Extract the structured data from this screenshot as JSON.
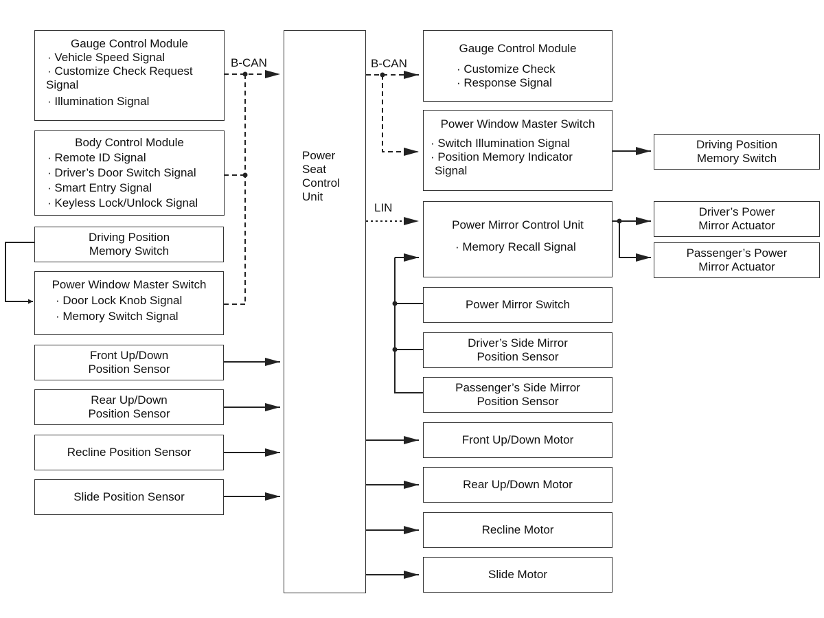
{
  "bus_labels": {
    "bcan_left": "B-CAN",
    "bcan_right": "B-CAN",
    "lin": "LIN"
  },
  "pscu": {
    "lines": [
      "Power",
      "Seat",
      "Control",
      "Unit"
    ]
  },
  "left": {
    "gauge": {
      "title": "Gauge Control Module",
      "lines": [
        "· Vehicle Speed Signal",
        "· Customize Check Request",
        "Signal",
        "· Illumination Signal"
      ]
    },
    "bcm": {
      "title": "Body Control Module",
      "lines": [
        "· Remote ID Signal",
        "· Driver’s Door Switch Signal",
        "· Smart Entry Signal",
        "· Keyless Lock/Unlock Signal"
      ]
    },
    "dpms": {
      "lines": [
        "Driving Position",
        "Memory Switch"
      ]
    },
    "pwms": {
      "title": "Power Window Master Switch",
      "lines": [
        "· Door Lock Knob Signal",
        "· Memory Switch Signal"
      ]
    },
    "front_sensor": {
      "lines": [
        "Front Up/Down",
        "Position Sensor"
      ]
    },
    "rear_sensor": {
      "lines": [
        "Rear Up/Down",
        "Position Sensor"
      ]
    },
    "recline_sensor": {
      "lines": [
        "Recline Position Sensor"
      ]
    },
    "slide_sensor": {
      "lines": [
        "Slide Position Sensor"
      ]
    }
  },
  "right": {
    "gauge": {
      "title": "Gauge Control Module",
      "lines": [
        "· Customize Check",
        "· Response Signal"
      ]
    },
    "pwms": {
      "title": "Power Window Master Switch",
      "lines": [
        "· Switch Illumination Signal",
        "· Position Memory Indicator",
        "Signal"
      ]
    },
    "dpms": {
      "lines": [
        "Driving Position",
        "Memory Switch"
      ]
    },
    "pmcu": {
      "title": "Power Mirror Control Unit",
      "lines": [
        "· Memory Recall Signal"
      ]
    },
    "drv_actuator": {
      "lines": [
        "Driver’s Power",
        "Mirror Actuator"
      ]
    },
    "pass_actuator": {
      "lines": [
        "Passenger’s Power",
        "Mirror Actuator"
      ]
    },
    "mirror_switch": {
      "lines": [
        "Power Mirror Switch"
      ]
    },
    "drv_mirror_sensor": {
      "lines": [
        "Driver’s Side Mirror",
        "Position Sensor"
      ]
    },
    "pass_mirror_sensor": {
      "lines": [
        "Passenger’s Side Mirror",
        "Position Sensor"
      ]
    },
    "front_motor": {
      "lines": [
        "Front Up/Down Motor"
      ]
    },
    "rear_motor": {
      "lines": [
        "Rear Up/Down Motor"
      ]
    },
    "recline_motor": {
      "lines": [
        "Recline Motor"
      ]
    },
    "slide_motor": {
      "lines": [
        "Slide Motor"
      ]
    }
  }
}
